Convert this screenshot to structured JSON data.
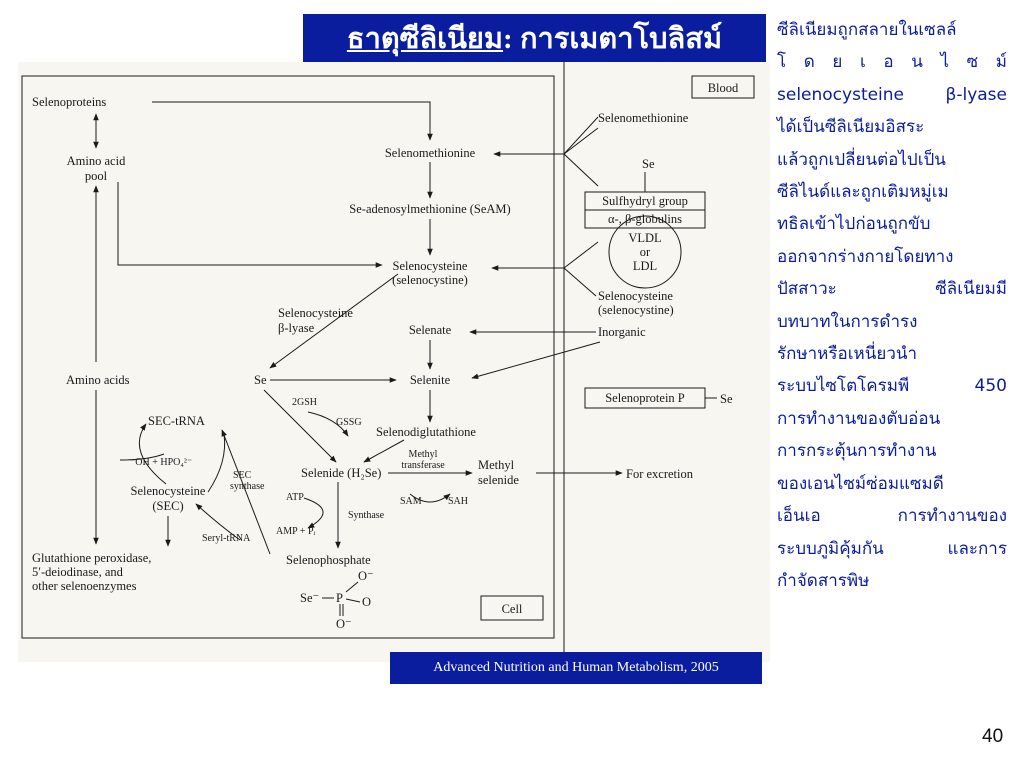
{
  "slide": {
    "title_main": "ธาตุซีลิเนียม",
    "title_rest": ": การเมตาโบลิสม์",
    "citation": "Advanced Nutrition and Human Metabolism, 2005",
    "page_number": "40",
    "description_lines": [
      "ซีลิเนียมถูกสลายในเซลล์",
      "โ ด ย เ อ น ไ ซ ม์",
      "selenocysteine β-lyase",
      "ได้เป็นซีลิเนียมอิสระ",
      "แล้วถูกเปลี่ยนต่อไปเป็น",
      "ซีลิไนด์และถูกเติมหมู่เม",
      "ทธิลเข้าไปก่อนถูกขับ",
      "ออกจากร่างกายโดยทาง",
      "ปัสสาวะ ซีลิเนียมมี",
      "บทบาทในการดำรง",
      "รักษาหรือเหนี่ยวนำ",
      "ระบบไซโตโครมพี 450",
      "การทำงานของตับอ่อน",
      "การกระตุ้นการทำงาน",
      "ของเอนไซม์ซ่อมแซมดี",
      "เอ็นเอ การทำงานของ",
      "ระบบภูมิคุ้มกัน และการ",
      "กำจัดสารพิษ"
    ]
  },
  "colors": {
    "title_bg": "#0a1d9e",
    "text_blue": "#0a1d9e"
  },
  "diagram": {
    "blood": "Blood",
    "cell": "Cell",
    "selenoproteins": "Selenoproteins",
    "amino_acid_pool_1": "Amino acid",
    "amino_acid_pool_2": "pool",
    "amino_acids": "Amino acids",
    "selenomethionine_cell": "Selenomethionine",
    "seam": "Se-adenosylmethionine (SeAM)",
    "selenocysteine_cell_1": "Selenocysteine",
    "selenocysteine_cell_2": "(selenocystine)",
    "sc_lyase_1": "Selenocysteine",
    "sc_lyase_2": "β-lyase",
    "selenate": "Selenate",
    "se": "Se",
    "selenite": "Selenite",
    "gsh": "2GSH",
    "gssg": "GSSG",
    "selenodiglutathione": "Selenodiglutathione",
    "selenide": "Selenide (H₂Se)",
    "methyl_transferase_1": "Methyl",
    "methyl_transferase_2": "transferase",
    "methyl_selenide_1": "Methyl",
    "methyl_selenide_2": "selenide",
    "for_excretion": "For excretion",
    "sam": "SAM",
    "sah": "SAH",
    "atp": "ATP",
    "amp_pi": "AMP + Pᵢ",
    "synthase": "Synthase",
    "selenophosphate": "Selenophosphate",
    "sec_trna": "SEC-tRNA",
    "oh_hpo4": "⁻OH + HPO₄²⁻",
    "sec_synthase_1": "SEC",
    "sec_synthase_2": "synthase",
    "selenocysteine_sec_1": "Selenocysteine",
    "selenocysteine_sec_2": "(SEC)",
    "seryl_trna": "Seryl-tRNA",
    "gpx_1": "Glutathione peroxidase,",
    "gpx_2": "5′-deiodinase, and",
    "gpx_3": "other selenoenzymes",
    "se_minus": "Se⁻",
    "p": "P",
    "o_minus_top": "O⁻",
    "o_side": "O",
    "o_minus_bottom": "O⁻",
    "blood_selenomethionine": "Selenomethionine",
    "blood_se": "Se",
    "sulfhydryl_group": "Sulfhydryl group",
    "globulins": "α-, β-globulins",
    "vldl": "VLDL",
    "or": "or",
    "ldl": "LDL",
    "blood_selenocysteine_1": "Selenocysteine",
    "blood_selenocysteine_2": "(selenocystine)",
    "inorganic": "Inorganic",
    "selenoprotein_p": "Selenoprotein P",
    "selenoprotein_p_se": "Se"
  }
}
